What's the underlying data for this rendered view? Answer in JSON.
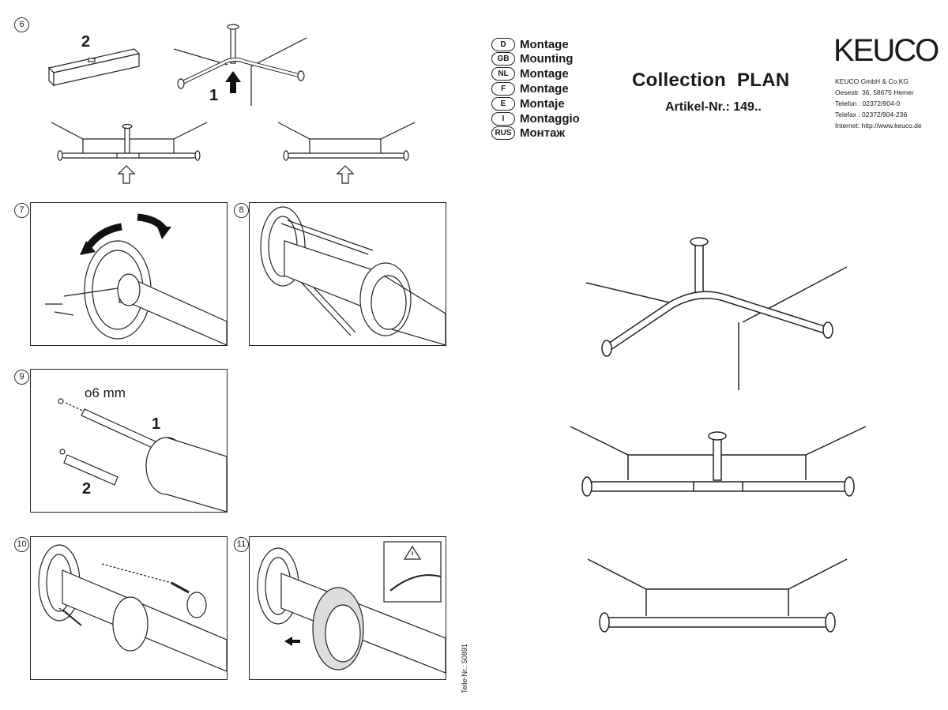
{
  "languages": [
    {
      "code": "D",
      "label": "Montage"
    },
    {
      "code": "GB",
      "label": "Mounting"
    },
    {
      "code": "NL",
      "label": "Montage"
    },
    {
      "code": "F",
      "label": "Montage"
    },
    {
      "code": "E",
      "label": "Montaje"
    },
    {
      "code": "I",
      "label": "Montaggio"
    },
    {
      "code": "RUS",
      "label": "Монтаж"
    }
  ],
  "header": {
    "title": "Collection  PLAN",
    "article": "Artikel-Nr.: 149.."
  },
  "brand": {
    "logo": "KEUCO",
    "lines": [
      "KEUCO GmbH & Co.KG",
      "Oesestr. 36, 58675 Hemer",
      "Telefon : 02372/904-0",
      "Telefax : 02372/904-236",
      "Internet: http://www.keuco.de"
    ]
  },
  "steps": {
    "s6": {
      "num": "6",
      "label_level": "2",
      "label_push": "1"
    },
    "s7": {
      "num": "7"
    },
    "s8": {
      "num": "8"
    },
    "s9": {
      "num": "9",
      "drill": "o6 mm",
      "label_drill": "1",
      "label_anchor": "2"
    },
    "s10": {
      "num": "10"
    },
    "s11": {
      "num": "11"
    }
  },
  "part_number": "Teile-Nr.: 50891",
  "colors": {
    "line": "#222222",
    "box_border": "#222222"
  }
}
